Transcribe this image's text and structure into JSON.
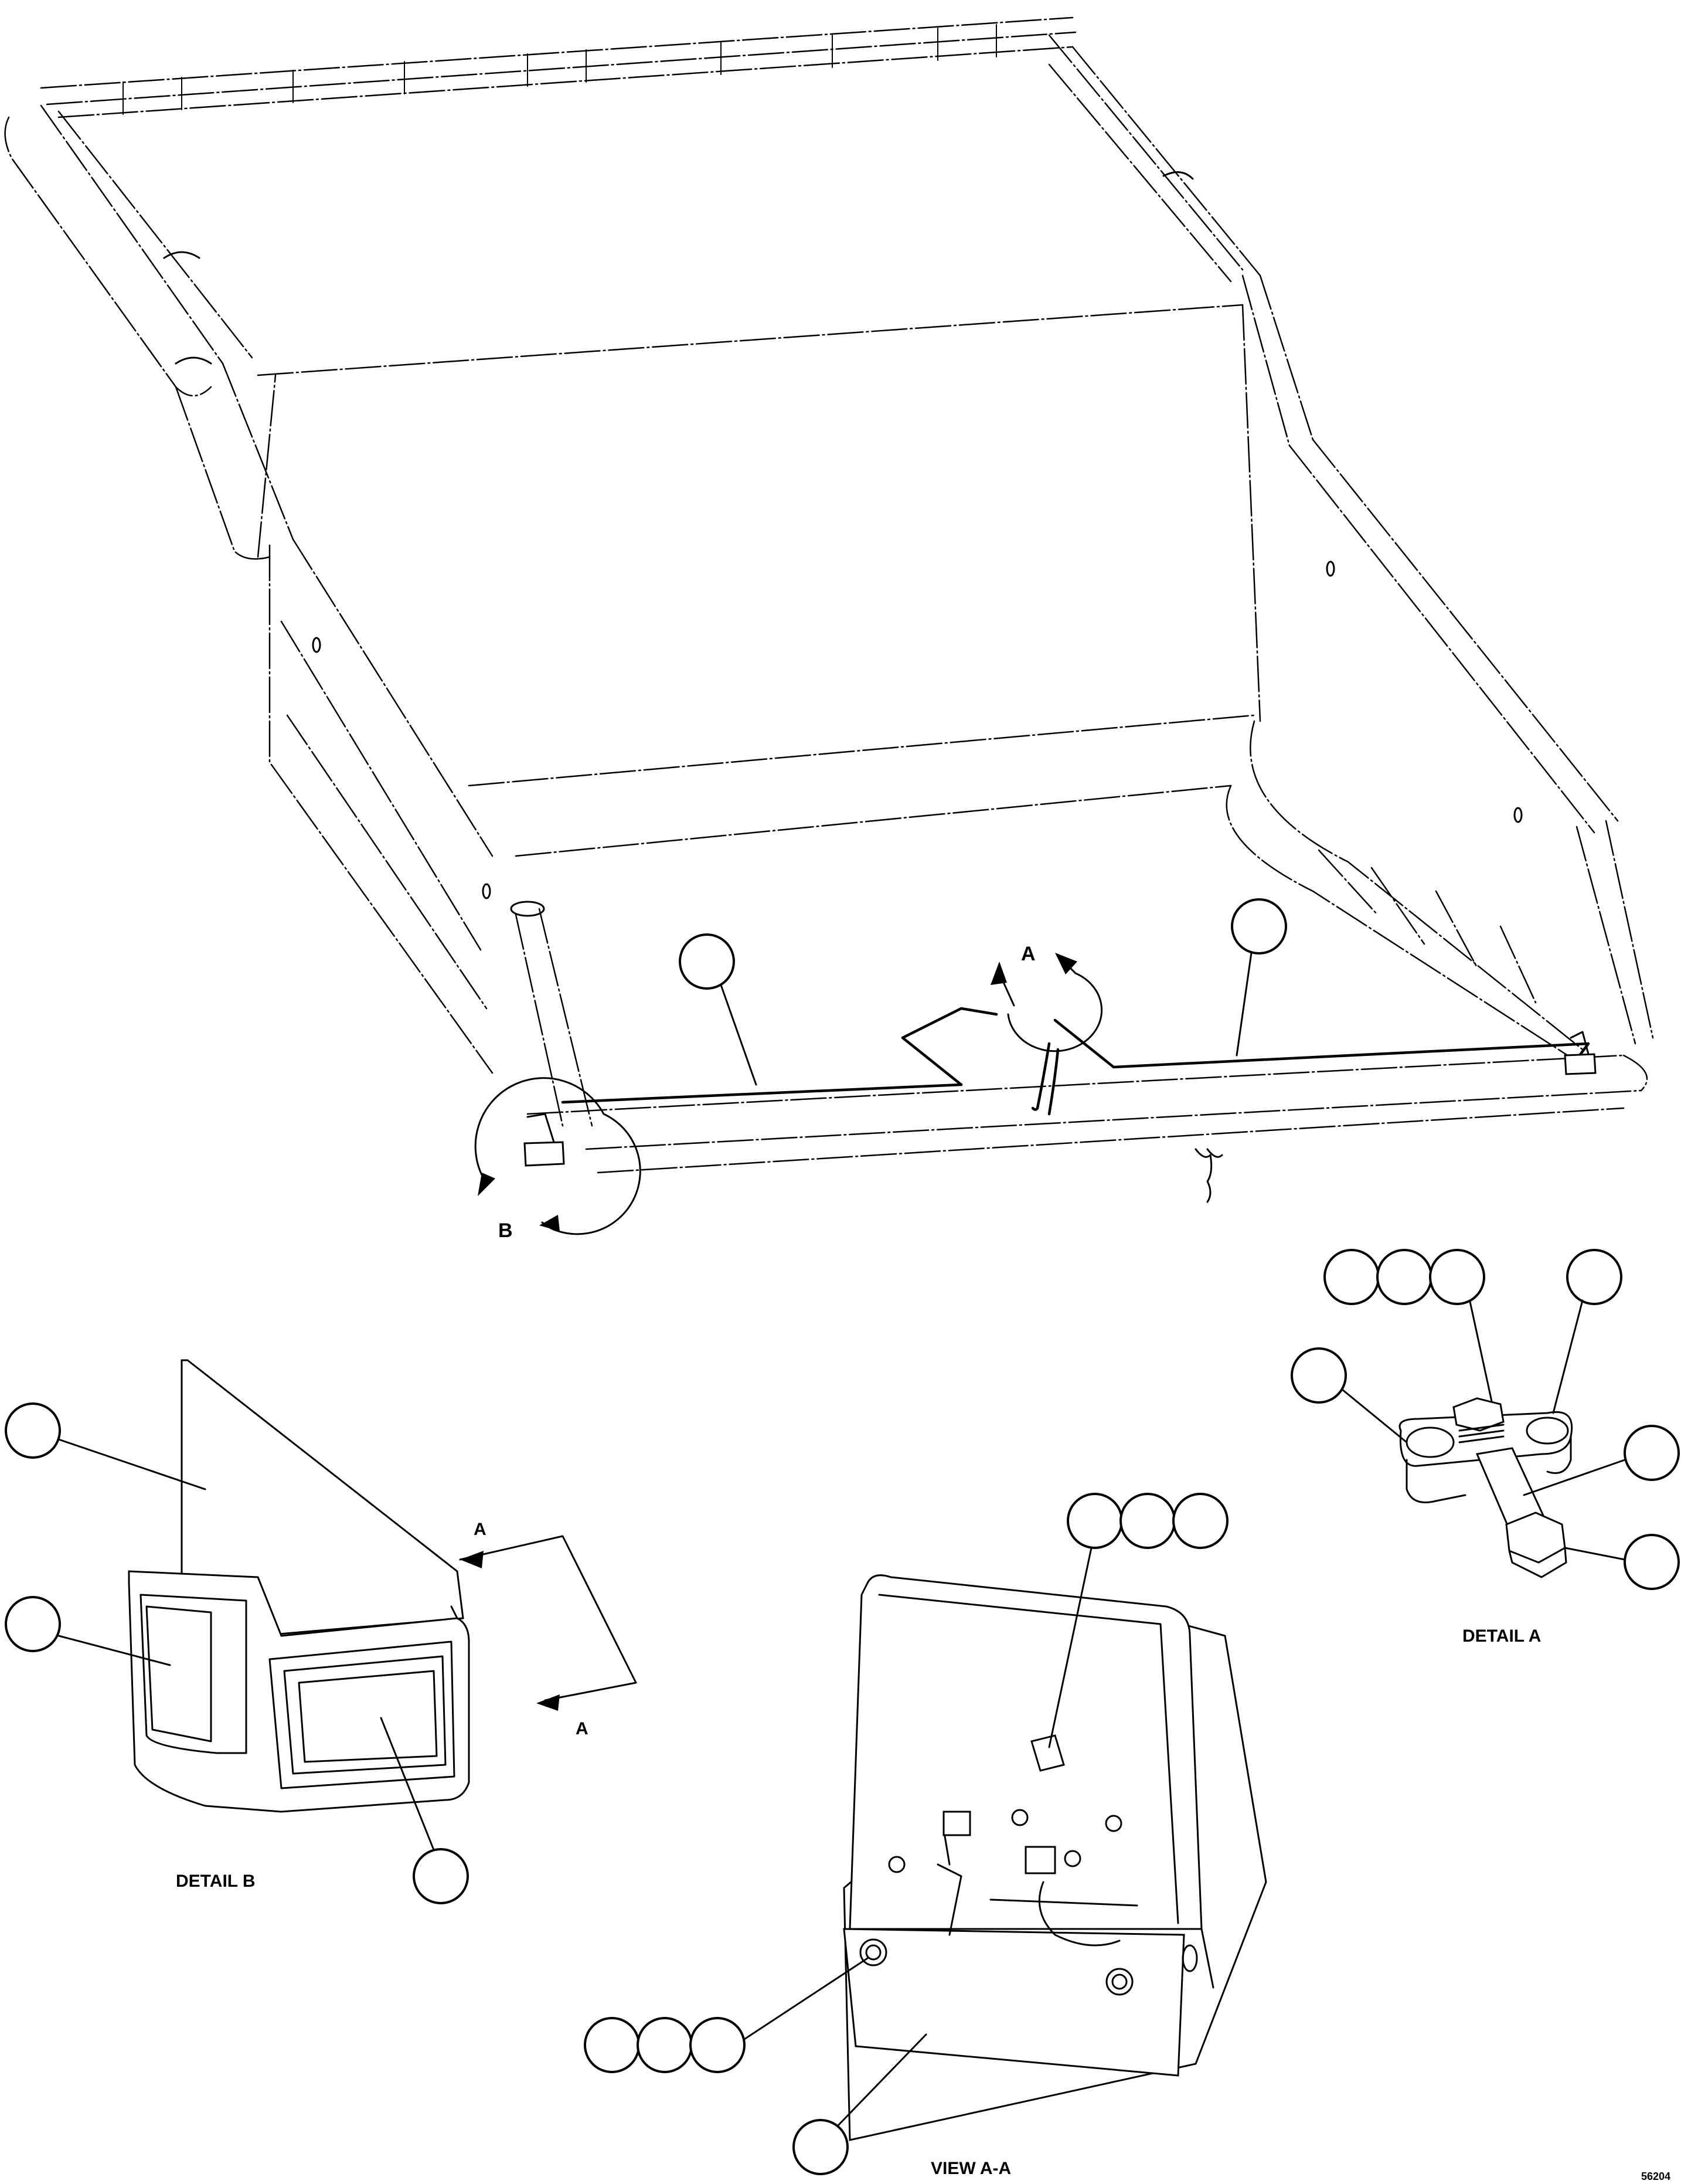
{
  "labels": {
    "arrow_a_top": "A",
    "arrow_b": "B",
    "detail_a_title": "DETAIL A",
    "detail_b_title": "DETAIL B",
    "section_a_left": "A",
    "section_a_right": "A",
    "view_aa_title": "VIEW A-A",
    "drawing_number": "56204"
  },
  "balloons": [
    {
      "id": "main-left",
      "text": ""
    },
    {
      "id": "main-right",
      "text": ""
    },
    {
      "id": "detail-a-1",
      "text": ""
    },
    {
      "id": "detail-a-2",
      "text": ""
    },
    {
      "id": "detail-a-3",
      "text": ""
    },
    {
      "id": "detail-a-4",
      "text": ""
    },
    {
      "id": "detail-a-5",
      "text": ""
    },
    {
      "id": "detail-a-6",
      "text": ""
    },
    {
      "id": "detail-a-7",
      "text": ""
    },
    {
      "id": "detail-b-1",
      "text": ""
    },
    {
      "id": "detail-b-2",
      "text": ""
    },
    {
      "id": "detail-b-3",
      "text": ""
    },
    {
      "id": "view-aa-1",
      "text": ""
    },
    {
      "id": "view-aa-2",
      "text": ""
    },
    {
      "id": "view-aa-3",
      "text": ""
    },
    {
      "id": "view-aa-4",
      "text": ""
    },
    {
      "id": "view-aa-5",
      "text": ""
    },
    {
      "id": "view-aa-6",
      "text": ""
    },
    {
      "id": "view-aa-7",
      "text": ""
    }
  ],
  "colors": {
    "line": "#000000",
    "background": "#ffffff"
  }
}
